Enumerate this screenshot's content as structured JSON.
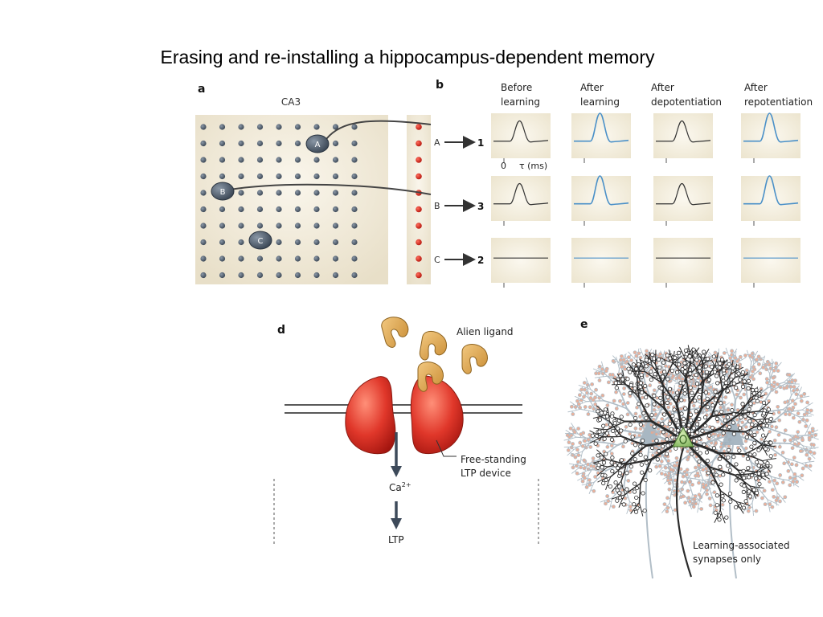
{
  "slide": {
    "title": "Erasing and re-installing a hippocampus-dependent memory"
  },
  "panel_a": {
    "label": "a",
    "region": "CA3",
    "cells": [
      "A",
      "B",
      "C"
    ]
  },
  "panel_b": {
    "label": "b",
    "columns": [
      {
        "line1": "Before",
        "line2": "learning"
      },
      {
        "line1": "After",
        "line2": "learning"
      },
      {
        "line1": "After",
        "line2": "depotentiation"
      },
      {
        "line1": "After",
        "line2": "repotentiation"
      }
    ],
    "rows": [
      {
        "input": "A",
        "target": "1",
        "responses": [
          "small",
          "large",
          "small",
          "large"
        ]
      },
      {
        "input": "B",
        "target": "3",
        "responses": [
          "small",
          "medium",
          "small",
          "medium"
        ]
      },
      {
        "input": "C",
        "target": "2",
        "responses": [
          "none",
          "none",
          "none",
          "none"
        ]
      }
    ],
    "axis_zero": "0",
    "axis_label": "τ (ms)",
    "trace_colors": {
      "baseline": "#333333",
      "potentiated": "#4a90c8"
    }
  },
  "panel_d": {
    "label": "d",
    "ligand_label": "Alien ligand",
    "device_label_line1": "Free-standing",
    "device_label_line2": "LTP device",
    "ion_label": "Ca",
    "ion_charge": "2+",
    "outcome_label": "LTP"
  },
  "panel_e": {
    "label": "e",
    "caption_line1": "Learning-associated",
    "caption_line2": "synapses only"
  }
}
